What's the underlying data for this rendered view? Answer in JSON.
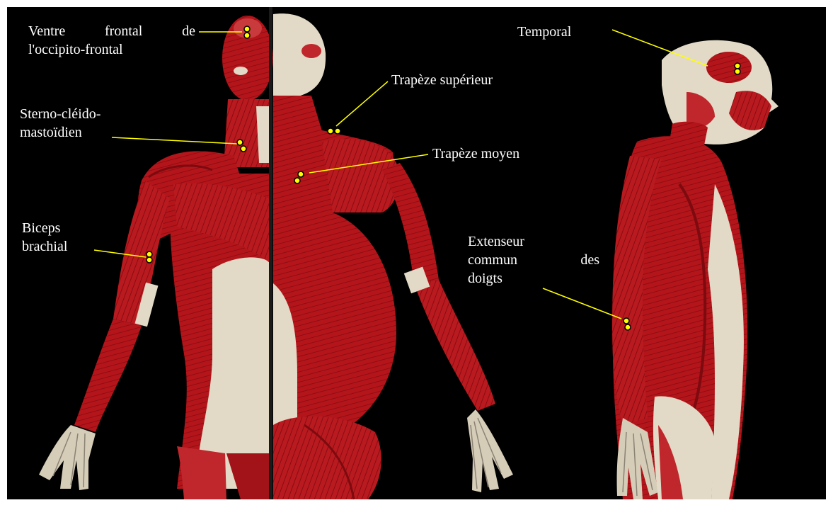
{
  "colors": {
    "background": "#000000",
    "frame": "#ffffff",
    "muscle": "#b4151b",
    "muscle_dark": "#7c0a0e",
    "fascia": "#e2dac6",
    "leader_line": "#ffff00",
    "marker_fill": "#ffff00",
    "marker_stroke": "#000000",
    "label_text": "#ffffff"
  },
  "electrode_sites": [
    {
      "id": "frontal",
      "words": [
        "Ventre",
        "frontal",
        "de"
      ],
      "line2": "l'occipito-frontal"
    },
    {
      "id": "scm",
      "line1": "Sterno-cléido-",
      "line2": "mastoïdien"
    },
    {
      "id": "biceps",
      "line1": "Biceps",
      "line2": "brachial"
    },
    {
      "id": "trap_sup",
      "line1": "Trapèze supérieur"
    },
    {
      "id": "trap_moy",
      "line1": "Trapèze moyen"
    },
    {
      "id": "temporal",
      "line1": "Temporal"
    },
    {
      "id": "extensor",
      "line1": "Extenseur",
      "words": [
        "commun",
        "des"
      ],
      "line3": "doigts"
    }
  ]
}
